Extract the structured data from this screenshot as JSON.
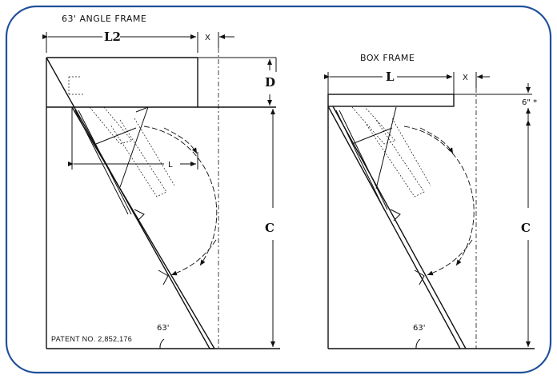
{
  "angle_frame": {
    "title": "63' ANGLE FRAME",
    "dim_l2": "L2",
    "dim_x": "X",
    "dim_d": "D",
    "dim_l": "L",
    "dim_c": "C",
    "angle": "63'",
    "patent": "PATENT NO. 2,852,176"
  },
  "box_frame": {
    "title": "BOX FRAME",
    "dim_l": "L",
    "dim_x": "X",
    "dim_6": "6\" *",
    "dim_c": "C",
    "angle": "63'"
  },
  "colors": {
    "border": "#1f4f9a",
    "ink": "#111111"
  }
}
